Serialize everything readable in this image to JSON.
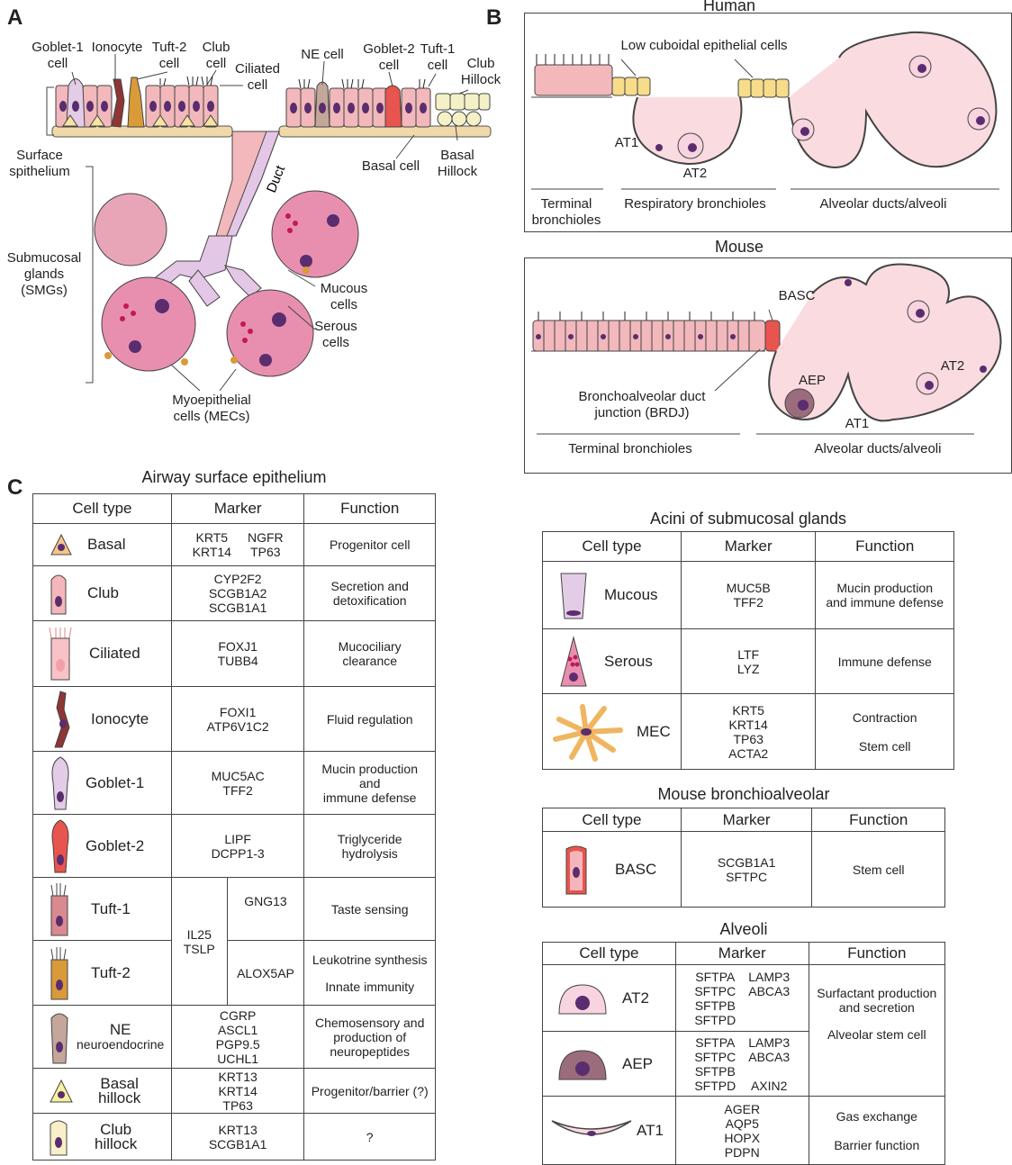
{
  "panels": {
    "a": "A",
    "b": "B",
    "c": "C"
  },
  "panel_a": {
    "labels": {
      "goblet1": "Goblet-1\ncell",
      "ionocyte": "Ionocyte",
      "tuft2": "Tuft-2\ncell",
      "club": "Club\ncell",
      "ciliated": "Ciliated\ncell",
      "ne": "NE cell",
      "goblet2": "Goblet-2\ncell",
      "tuft1": "Tuft-1\ncell",
      "club_hillock": "Club\nHillock",
      "surface": "Surface\nspithelium",
      "basal_cell": "Basal cell",
      "basal_hillock": "Basal\nHillock",
      "duct": "Duct",
      "smg": "Submucosal\nglands\n(SMGs)",
      "mucous": "Mucous\ncells",
      "serous": "Serous\ncells",
      "mec": "Myoepithelial\ncells (MECs)"
    }
  },
  "panel_b": {
    "human": {
      "title": "Human",
      "low_cuboidal": "Low cuboidal epithelial cells",
      "at1": "AT1",
      "at2": "AT2",
      "regions": [
        "Terminal\nbronchioles",
        "Respiratory bronchioles",
        "Alveolar ducts/alveoli"
      ]
    },
    "mouse": {
      "title": "Mouse",
      "basc": "BASC",
      "aep": "AEP",
      "at2": "AT2",
      "at1": "AT1",
      "brdj": "Bronchoalveolar duct\njunction (BRDJ)",
      "regions": [
        "Terminal bronchioles",
        "Alveolar ducts/alveoli"
      ]
    }
  },
  "panel_c": {
    "surface": {
      "title": "Airway surface epithelium",
      "headers": [
        "Cell type",
        "Marker",
        "Function"
      ],
      "rows": [
        {
          "name": "Basal",
          "marker_left": "KRT5\nKRT14",
          "marker_right": "NGFR\nTP63",
          "function": "Progenitor cell"
        },
        {
          "name": "Club",
          "marker": "CYP2F2\nSCGB1A2\nSCGB1A1",
          "function": "Secretion and\ndetoxification"
        },
        {
          "name": "Ciliated",
          "marker": "FOXJ1\nTUBB4",
          "function": "Mucociliary\nclearance"
        },
        {
          "name": "Ionocyte",
          "marker": "FOXI1\nATP6V1C2",
          "function": "Fluid regulation"
        },
        {
          "name": "Goblet-1",
          "marker": "MUC5AC\nTFF2",
          "function": "Mucin production\nand\nimmune defense"
        },
        {
          "name": "Goblet-2",
          "marker": "LIPF\nDCPP1-3",
          "function": "Triglyceride\nhydrolysis"
        },
        {
          "name": "Tuft-1",
          "marker": "GNG13",
          "function": "Taste sensing"
        },
        {
          "name": "Tuft-2",
          "marker": "ALOX5AP",
          "function_a": "Leukotrine synthesis",
          "function_b": "Innate immunity"
        },
        {
          "name": "NE",
          "subname": "neuroendocrine",
          "marker": "CGRP\nASCL1\nPGP9.5\nUCHL1",
          "function": "Chemosensory and\nproduction of\nneuropeptides"
        },
        {
          "name": "Basal\nhillock",
          "marker": "KRT13\nKRT14\nTP63",
          "function": "Progenitor/barrier (?)"
        },
        {
          "name": "Club\nhillock",
          "marker": "KRT13\nSCGB1A1",
          "function": "?"
        }
      ],
      "tuft_shared_marker": "IL25\nTSLP"
    },
    "acini": {
      "title": "Acini of submucosal glands",
      "headers": [
        "Cell type",
        "Marker",
        "Function"
      ],
      "rows": [
        {
          "name": "Mucous",
          "marker": "MUC5B\nTFF2",
          "function": "Mucin production\nand immune defense"
        },
        {
          "name": "Serous",
          "marker": "LTF\nLYZ",
          "function": "Immune defense"
        },
        {
          "name": "MEC",
          "marker": "KRT5\nKRT14\nTP63\nACTA2",
          "function_a": "Contraction",
          "function_b": "Stem cell"
        }
      ]
    },
    "mouse_ba": {
      "title": "Mouse bronchioalveolar",
      "headers": [
        "Cell type",
        "Marker",
        "Function"
      ],
      "rows": [
        {
          "name": "BASC",
          "marker": "SCGB1A1\nSFTPC",
          "function": "Stem cell"
        }
      ]
    },
    "alveoli": {
      "title": "Alveoli",
      "headers": [
        "Cell type",
        "Marker",
        "Function"
      ],
      "rows": [
        {
          "name": "AT2",
          "marker_left": "SFTPA\nSFTPC\nSFTPB\nSFTPD",
          "marker_right": "LAMP3\nABCA3"
        },
        {
          "name": "AEP",
          "marker_left": "SFTPA\nSFTPC\nSFTPB\nSFTPD",
          "marker_right": "LAMP3\nABCA3\n\nAXIN2"
        },
        {
          "name": "AT1",
          "marker": "AGER\nAQP5\nHOPX\nPDPN",
          "function_a": "Gas exchange",
          "function_b": "Barrier function"
        }
      ],
      "function_at2_aep_a": "Surfactant production\nand secretion",
      "function_at2_aep_b": "Alveolar stem cell"
    }
  },
  "colors": {
    "cell_pink": "#f2b8bb",
    "nucleus": "#5a2d6e",
    "basal_yellow": "#f7e3a4",
    "gland_pink": "#e88fb0",
    "duct_lilac": "#e4c6e6",
    "goblet2_red": "#e8544e",
    "tuft_orange": "#d99a3a",
    "ionocyte_red": "#8e3535"
  }
}
